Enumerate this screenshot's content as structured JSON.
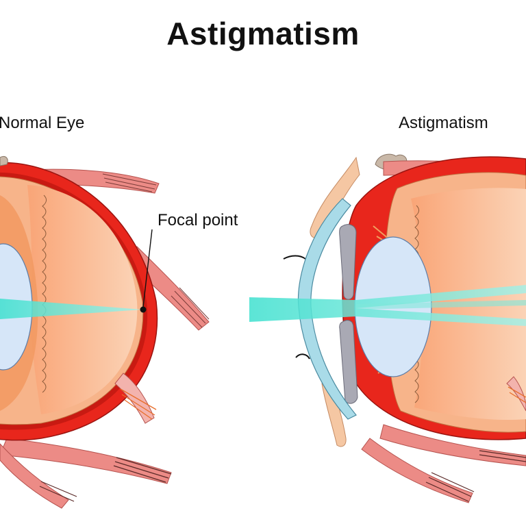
{
  "title": "Astigmatism",
  "labels": {
    "normal_eye": "Normal Eye",
    "astigmatism": "Astigmatism",
    "focal_point": "Focal point"
  },
  "colors": {
    "sclera_red": "#e8261c",
    "choroid_dark": "#c81a12",
    "retina_peach": "#f7b48a",
    "retina_inner": "#fbc9a4",
    "vitreous_orange": "#f29a63",
    "muscle_pink": "#ec8b86",
    "muscle_light": "#f3b3ad",
    "lens_blue": "#d6e6f8",
    "cornea_blue": "#a9dbe8",
    "light_ray": "#5fe3d2",
    "iris_gray": "#a9a9b4",
    "text": "#111111"
  }
}
